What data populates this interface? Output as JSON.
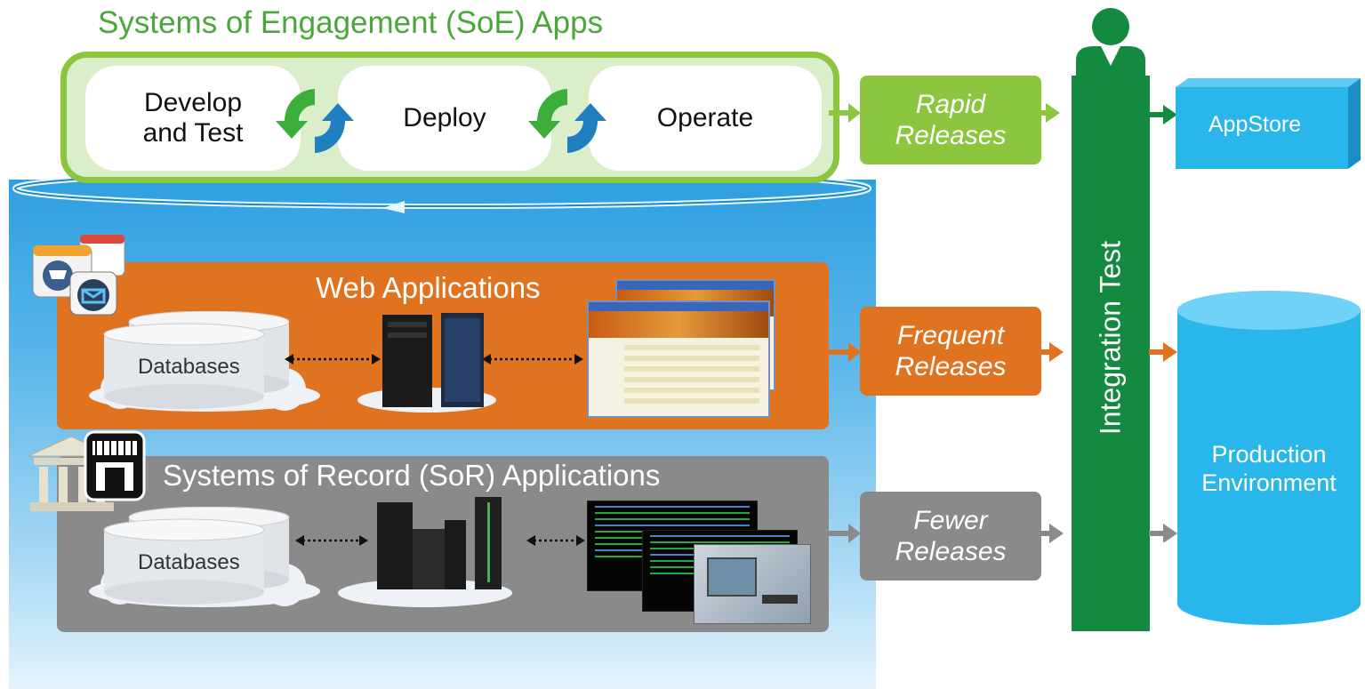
{
  "title": "Systems of Engagement (SoE) Apps",
  "soe_steps": [
    "Develop and Test",
    "Deploy",
    "Operate"
  ],
  "web_panel": {
    "title": "Web Applications",
    "db_label": "Databases"
  },
  "sor_panel": {
    "title": "Systems of Record (SoR) Applications",
    "db_label": "Databases"
  },
  "releases": {
    "rapid": "Rapid Releases",
    "frequent": "Frequent Releases",
    "fewer": "Fewer Releases"
  },
  "integration_test": "Integration Test",
  "appstore": "AppStore",
  "production": "Production Environment",
  "colors": {
    "soe_green": "#8cc63f",
    "title_green": "#4aa83a",
    "integration_green": "#138a3f",
    "web_orange": "#e07320",
    "sor_gray": "#8a8a8a",
    "target_blue": "#29b6ea"
  },
  "icons": [
    "refresh-cycle-icon",
    "person-icon",
    "shopping-cart-icon",
    "mail-icon",
    "bank-icon",
    "storefront-icon",
    "server-icon",
    "database-icon"
  ]
}
